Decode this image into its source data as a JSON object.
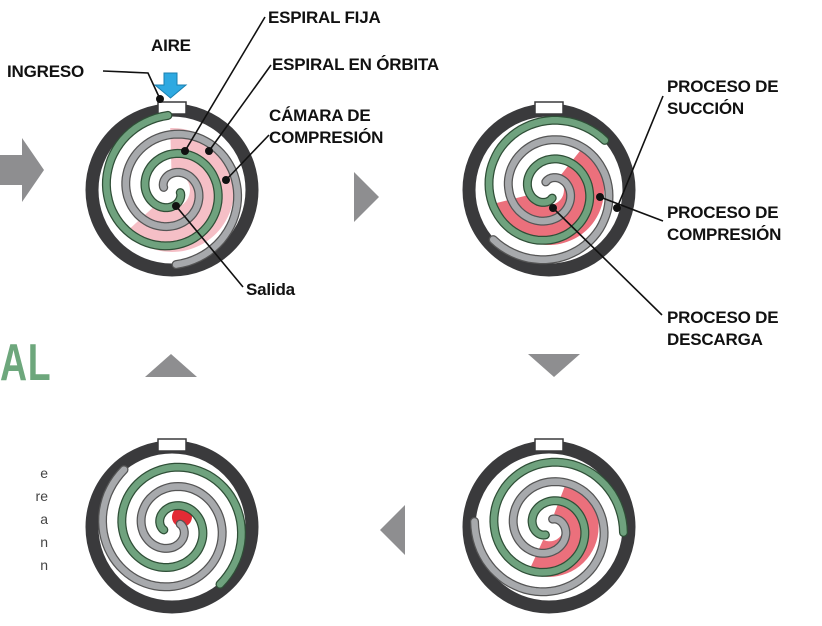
{
  "labels": {
    "air": "AIRE",
    "inlet": "INGRESO",
    "fixed_scroll": "ESPIRAL FIJA",
    "orbiting_scroll": "ESPIRAL EN ÓRBITA",
    "compression_chamber_1": "CÁMARA DE",
    "compression_chamber_2": "COMPRESIÓN",
    "outlet": "Salida",
    "suction_1": "PROCESO DE",
    "suction_2": "SUCCIÓN",
    "compression_1": "PROCESO DE",
    "compression_2": "COMPRESIÓN",
    "discharge_1": "PROCESO DE",
    "discharge_2": "DESCARGA"
  },
  "side_text": {
    "heading": "AL",
    "lines": [
      "e",
      "re",
      "a",
      "n",
      "n"
    ]
  },
  "colors": {
    "fixed_scroll": "#6fa27e",
    "orbiting_scroll": "#a7a9ac",
    "chamber_light": "#f4bcc3",
    "chamber_medium": "#ea6875",
    "chamber_dense": "#e0202a",
    "housing": "#3a3a3c",
    "arrow_gray": "#8e8e90",
    "air_arrow": "#2ea9e1",
    "heading": "#6da77c"
  },
  "stages": [
    "compression-chamber",
    "suction-compression-discharge",
    "compression",
    "discharge"
  ]
}
